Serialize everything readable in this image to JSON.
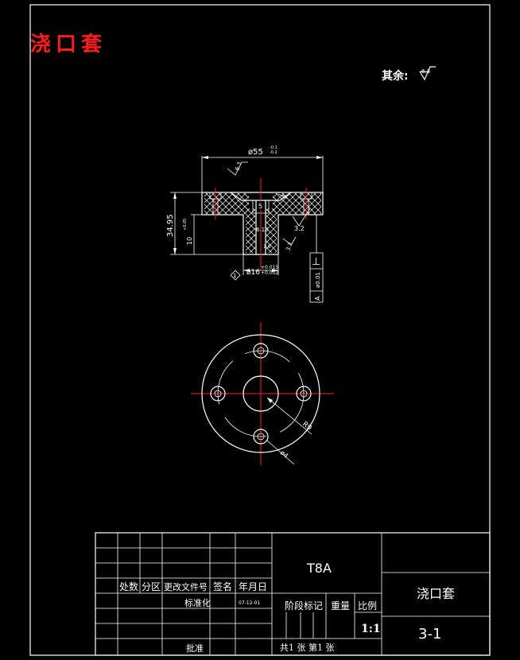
{
  "drawing": {
    "title_red": "浇口套",
    "surface_note": "其余:",
    "surface_note_value": "6.3"
  },
  "dimensions": {
    "top_diameter": "ø55",
    "top_tol_upper": "-0.1",
    "top_tol_lower": "-0.2",
    "angle_top": "6.3",
    "height_total": "34.95",
    "height_flange": "10",
    "height_flange_tol": "+0.05",
    "thread": "5",
    "bore": "6.10",
    "ra_1": "3.2",
    "ra_2": "3.2",
    "ra_3": "1.6",
    "shaft_diameter": "ø16",
    "shaft_tol_upper": "+0.015",
    "shaft_tol_lower": "+0.002",
    "ref_circle": "1",
    "perp_symbol": "⊥",
    "perp_value": "ø0.01",
    "perp_datum": "A",
    "radius_label": "R9",
    "hole_label": "ø4"
  },
  "title_block": {
    "material": "T8A",
    "part_name": "浇口套",
    "drawing_no": "3-1",
    "scale": "1:1",
    "date": "07-12-01",
    "col_chushu": "处数",
    "col_fenqu": "分区",
    "col_change": "更改文件号",
    "col_sign": "签名",
    "col_date": "年月日",
    "standard": "标准化",
    "stage": "阶段标记",
    "weight": "重量",
    "ratio": "比例",
    "approve": "批准",
    "sheets": "共1 张 第1 张"
  }
}
